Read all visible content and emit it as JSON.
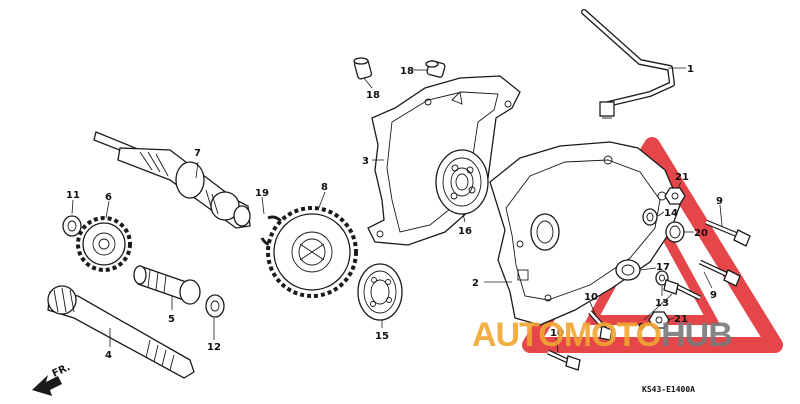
{
  "colors": {
    "ink": "#1a1a1a",
    "watermark_red": "#e0262b",
    "watermark_orange": "#f2a531",
    "watermark_gray": "#7a7a7a"
  },
  "callouts": [
    {
      "id": "1",
      "text": "1"
    },
    {
      "id": "2",
      "text": "2"
    },
    {
      "id": "3",
      "text": "3"
    },
    {
      "id": "4",
      "text": "4"
    },
    {
      "id": "5",
      "text": "5"
    },
    {
      "id": "6",
      "text": "6"
    },
    {
      "id": "7",
      "text": "7"
    },
    {
      "id": "8",
      "text": "8"
    },
    {
      "id": "9a",
      "text": "9"
    },
    {
      "id": "9b",
      "text": "9"
    },
    {
      "id": "9c",
      "text": "9"
    },
    {
      "id": "10a",
      "text": "10"
    },
    {
      "id": "10b",
      "text": "10"
    },
    {
      "id": "11",
      "text": "11"
    },
    {
      "id": "12",
      "text": "12"
    },
    {
      "id": "13",
      "text": "13"
    },
    {
      "id": "14",
      "text": "14"
    },
    {
      "id": "15",
      "text": "15"
    },
    {
      "id": "16",
      "text": "16"
    },
    {
      "id": "17",
      "text": "17"
    },
    {
      "id": "18a",
      "text": "18"
    },
    {
      "id": "18b",
      "text": "18"
    },
    {
      "id": "19",
      "text": "19"
    },
    {
      "id": "20",
      "text": "20"
    },
    {
      "id": "21a",
      "text": "21"
    },
    {
      "id": "21b",
      "text": "21"
    }
  ],
  "direction": {
    "text": "FR."
  },
  "diagram_code": "KS43-E1400A",
  "watermark": {
    "part1": "AUTO",
    "part2": "MOTO",
    "part3": "HUB"
  }
}
